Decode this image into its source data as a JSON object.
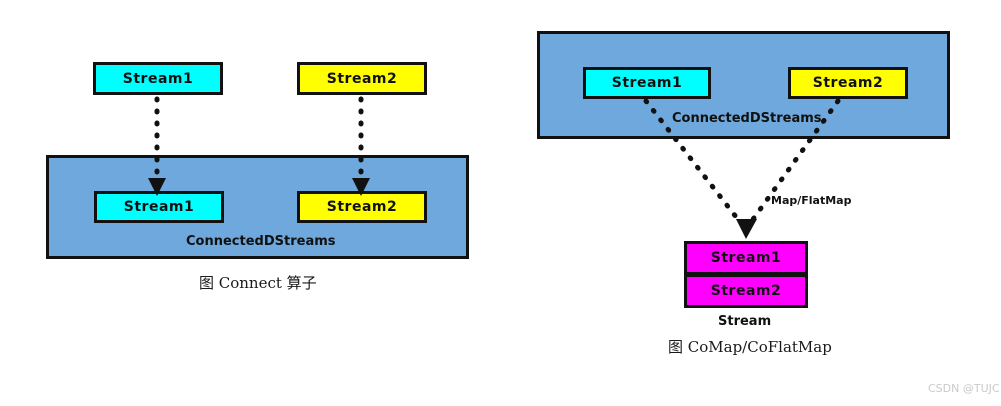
{
  "figure": {
    "watermark": "CSDN @TUJC",
    "background_color": "#ffffff"
  },
  "palette": {
    "cyan": "#00ffff",
    "yellow": "#ffff00",
    "magenta": "#ff00ff",
    "container_blue": "#6fa8dc",
    "stroke": "#111111"
  },
  "left_diagram": {
    "caption": "图  Connect 算子",
    "top_nodes": [
      {
        "label": "Stream1",
        "color": "#00ffff"
      },
      {
        "label": "Stream2",
        "color": "#ffff00"
      }
    ],
    "container": {
      "label": "ConnectedDStreams",
      "color": "#6fa8dc",
      "inner_nodes": [
        {
          "label": "Stream1",
          "color": "#00ffff"
        },
        {
          "label": "Stream2",
          "color": "#ffff00"
        }
      ]
    },
    "arrows": [
      {
        "from": "Stream1",
        "to": "ConnectedDStreams.Stream1",
        "style": "dotted",
        "direction": "down"
      },
      {
        "from": "Stream2",
        "to": "ConnectedDStreams.Stream2",
        "style": "dotted",
        "direction": "down"
      }
    ]
  },
  "right_diagram": {
    "caption": "图  CoMap/CoFlatMap",
    "container": {
      "label": "ConnectedDStreams",
      "color": "#6fa8dc",
      "inner_nodes": [
        {
          "label": "Stream1",
          "color": "#00ffff"
        },
        {
          "label": "Stream2",
          "color": "#ffff00"
        }
      ]
    },
    "operation_label": "Map/FlatMap",
    "output": {
      "label": "Stream",
      "rows": [
        {
          "label": "Stream1",
          "color": "#ff00ff"
        },
        {
          "label": "Stream2",
          "color": "#ff00ff"
        }
      ]
    },
    "arrows": [
      {
        "from": "Stream1",
        "to": "Stream",
        "style": "dotted",
        "direction": "down-right"
      },
      {
        "from": "Stream2",
        "to": "Stream",
        "style": "dotted",
        "direction": "down-left"
      }
    ]
  }
}
